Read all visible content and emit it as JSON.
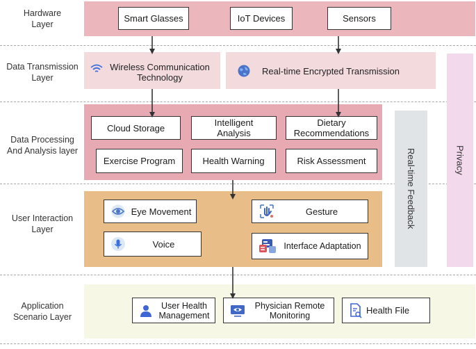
{
  "layers": {
    "hardware": "Hardware\nLayer",
    "transmission": "Data Transmission\nLayer",
    "processing": "Data Processing\nAnd Analysis layer",
    "interaction": "User Interaction\nLayer",
    "application": "Application\nScenario Layer"
  },
  "hardware": {
    "smart_glasses": "Smart Glasses",
    "iot_devices": "IoT Devices",
    "sensors": "Sensors"
  },
  "transmission": {
    "wireless": "Wireless Communication Technology",
    "encrypted": "Real-time Encrypted Transmission"
  },
  "processing": {
    "cloud_storage": "Cloud Storage",
    "intelligent_analysis": "Intelligent Analysis",
    "dietary": "Dietary Recommendations",
    "exercise": "Exercise Program",
    "health_warning": "Health Warning",
    "risk": "Risk Assessment"
  },
  "interaction": {
    "eye_movement": "Eye Movement",
    "voice": "Voice",
    "gesture": "Gesture",
    "interface_adaptation": "Interface Adaptation"
  },
  "application": {
    "user_health": "User Health Management",
    "physician": "Physician Remote Monitoring",
    "health_file": "Health File"
  },
  "side": {
    "feedback": "Real-time Feedback",
    "privacy": "Privacy"
  },
  "colors": {
    "hardware_band": "#ebb7bd",
    "transmission_band": "#f3dadd",
    "processing_band": "#e7aab3",
    "interaction_band": "#e9bd88",
    "application_band": "#f6f7e4",
    "feedback_band": "#e1e4e7",
    "privacy_band": "#f2d9ec"
  },
  "icons": {
    "wireless": "wifi-icon",
    "encrypted": "globe-icon",
    "eye": "eye-icon",
    "voice": "microphone-icon",
    "gesture": "hand-gesture-icon",
    "interface": "interface-adaptation-icon",
    "user": "user-icon",
    "physician": "monitor-eye-icon",
    "file": "document-search-icon"
  }
}
